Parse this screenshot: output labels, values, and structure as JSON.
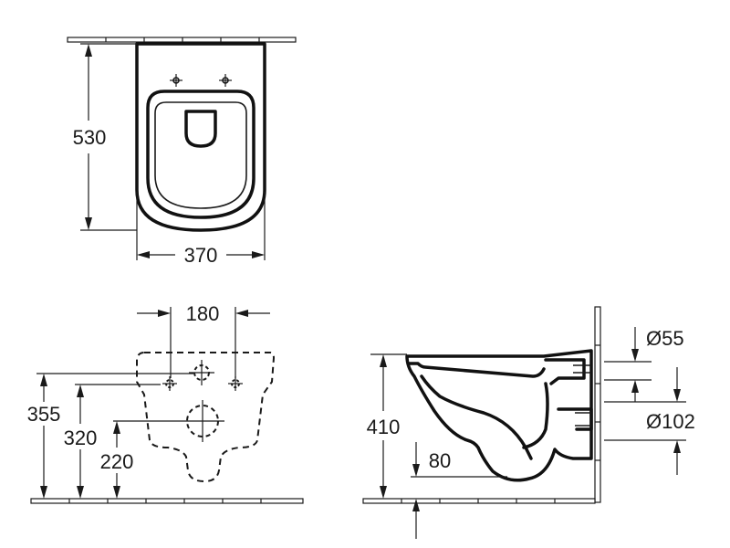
{
  "top_view": {
    "depth_label": "530",
    "width_label": "370"
  },
  "front_view": {
    "bolt_spacing_label": "180",
    "height_355_label": "355",
    "height_320_label": "320",
    "height_220_label": "220"
  },
  "side_view": {
    "rim_height_label": "410",
    "outlet_height_label": "80",
    "inlet_diameter_label": "Ø55",
    "outlet_diameter_label": "Ø102"
  }
}
